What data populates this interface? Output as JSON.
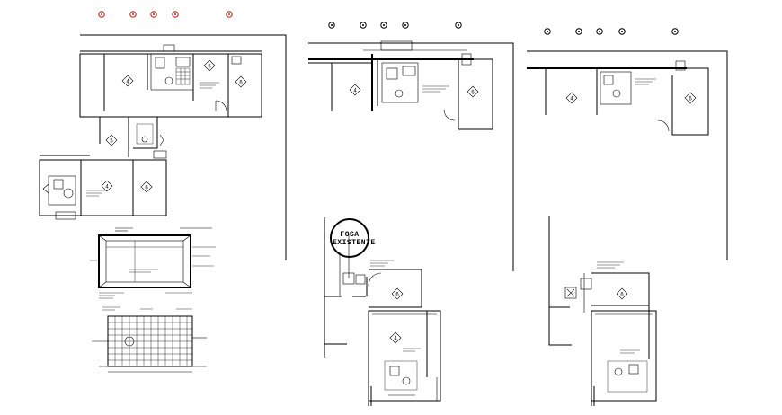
{
  "drawing": {
    "existing_label_line1": "FOSA",
    "existing_label_line2": "EXISTENTE",
    "room_tag": "4",
    "room_tag_2": "6",
    "room_tag_3": "5"
  },
  "colors": {
    "line": "#000000",
    "background": "#ffffff",
    "axis_bubble": "#c0392b"
  }
}
